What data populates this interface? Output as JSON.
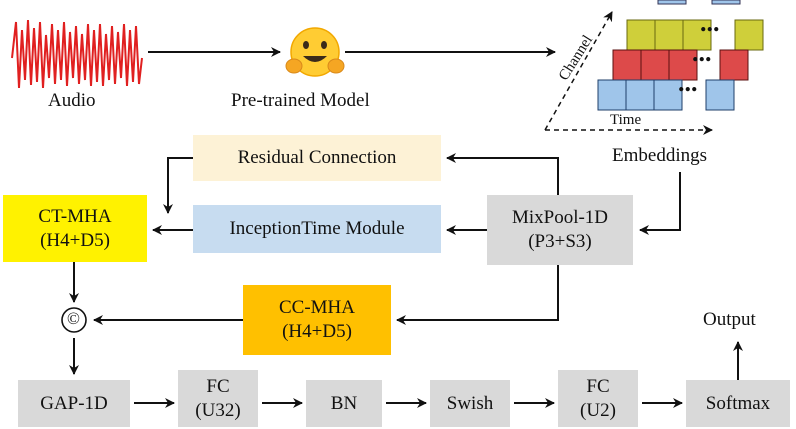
{
  "labels": {
    "audio": "Audio",
    "pretrained": "Pre-trained Model",
    "channel": "Channel",
    "time": "Time",
    "embeddings": "Embeddings",
    "residual": "Residual Connection",
    "inception": "InceptionTime Module",
    "mixpool_line1": "MixPool-1D",
    "mixpool_line2": "(P3+S3)",
    "ctmha_line1": "CT-MHA",
    "ctmha_line2": "(H4+D5)",
    "ccmha_line1": "CC-MHA",
    "ccmha_line2": "(H4+D5)",
    "concat": "©",
    "gap": "GAP-1D",
    "fc1_line1": "FC",
    "fc1_line2": "(U32)",
    "bn": "BN",
    "swish": "Swish",
    "fc2_line1": "FC",
    "fc2_line2": "(U2)",
    "softmax": "Softmax",
    "output": "Output",
    "dots": "..."
  },
  "icons": {
    "audio": "waveform-icon",
    "model": "hugging-face-icon"
  },
  "colors": {
    "residual": "#fdf2d6",
    "inception": "#c7dcf0",
    "ctmha": "#fff200",
    "ccmha": "#ffc000",
    "gray": "#d9d9d9",
    "wave": "#e02020",
    "emb_yellow": "#cfcf3a",
    "emb_red": "#dd4a4a",
    "emb_blue": "#9fc5ea"
  }
}
